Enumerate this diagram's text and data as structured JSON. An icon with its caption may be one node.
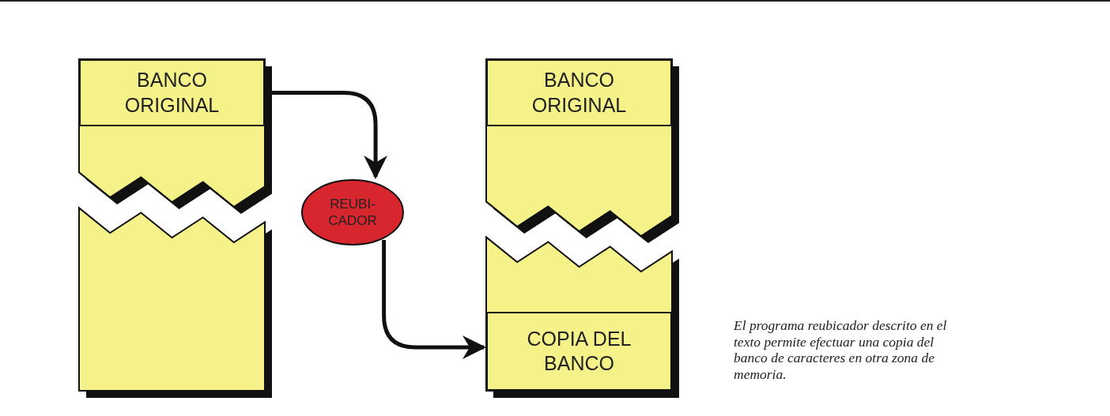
{
  "diagram": {
    "caption": "El programa reubicador descrito en el texto permite efectuar una copia del banco de caracteres en otra zona de memoria.",
    "nodes": [
      {
        "text": [
          "BANCO ORIGINAL"
        ]
      },
      {
        "text": [
          "REUBI- CADOR"
        ]
      },
      {
        "text": [
          "BANCO ORIGINAL"
        ]
      },
      {
        "text": [
          "COPIA DEL BANCO"
        ]
      }
    ],
    "edges": [
      {
        "from": 0,
        "to": 1,
        "arrow": "to"
      },
      {
        "from": 1,
        "to": 3,
        "arrow": "to"
      }
    ]
  }
}
